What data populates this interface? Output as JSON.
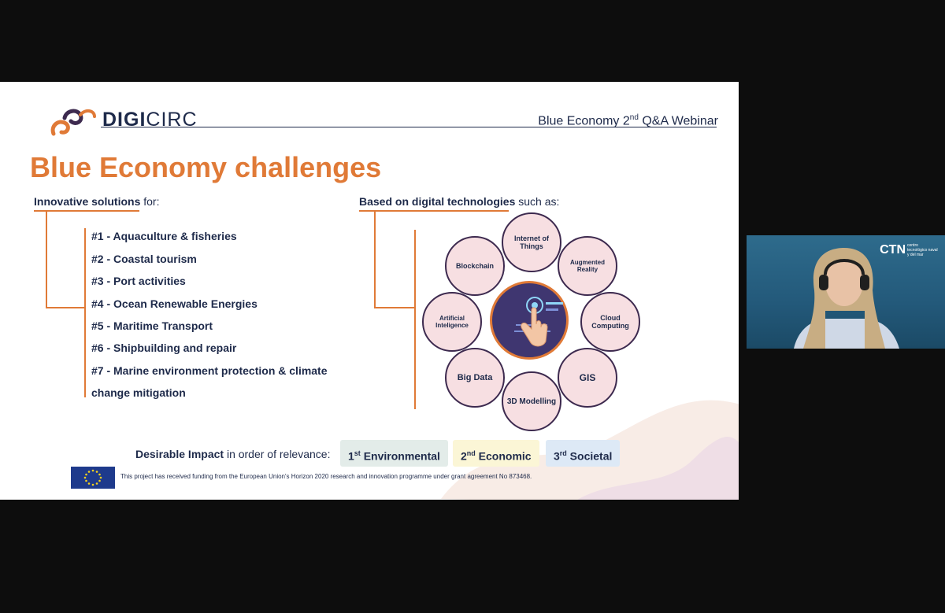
{
  "slide": {
    "logo": {
      "bold": "DIGI",
      "light": "CIRC"
    },
    "webinar": {
      "pre": "Blue Economy 2",
      "sup": "nd",
      "post": " Q&A Webinar"
    },
    "title": "Blue Economy challenges",
    "left_heading": {
      "bold": "Innovative solutions",
      "rest": " for:"
    },
    "right_heading": {
      "bold": "Based on digital technologies",
      "rest": " such as:"
    },
    "solutions": [
      "#1 - Aquaculture & fisheries",
      "#2 - Coastal tourism",
      "#3 - Port activities",
      "#4 - Ocean Renewable Energies",
      "#5 - Maritime Transport",
      "#6 - Shipbuilding and repair",
      "#7 - Marine environment protection & climate",
      "change mitigation"
    ],
    "technologies": [
      "Internet of Things",
      "Augmented Reality",
      "Cloud Computing",
      "GIS",
      "3D Modelling",
      "Big Data",
      "Artificial Inteligence",
      "Blockchain"
    ],
    "impact": {
      "label_bold": "Desirable Impact",
      "label_rest": " in order of relevance:",
      "items": [
        {
          "num": "1",
          "sup": "st",
          "text": " Environmental",
          "color": "#e3ece9"
        },
        {
          "num": "2",
          "sup": "nd",
          "text": " Economic",
          "color": "#fbf6d6"
        },
        {
          "num": "3",
          "sup": "rd",
          "text": " Societal",
          "color": "#dde9f6"
        }
      ]
    },
    "funding": "This project has received funding from the European Union's Horizon 2020 research and innovation programme under grant agreement No 873468.",
    "accent_color": "#e07a37",
    "navy_color": "#1e2a4a"
  },
  "webcam": {
    "logo": "CTN",
    "subtitle": "centro tecnológico naval y del mar"
  }
}
